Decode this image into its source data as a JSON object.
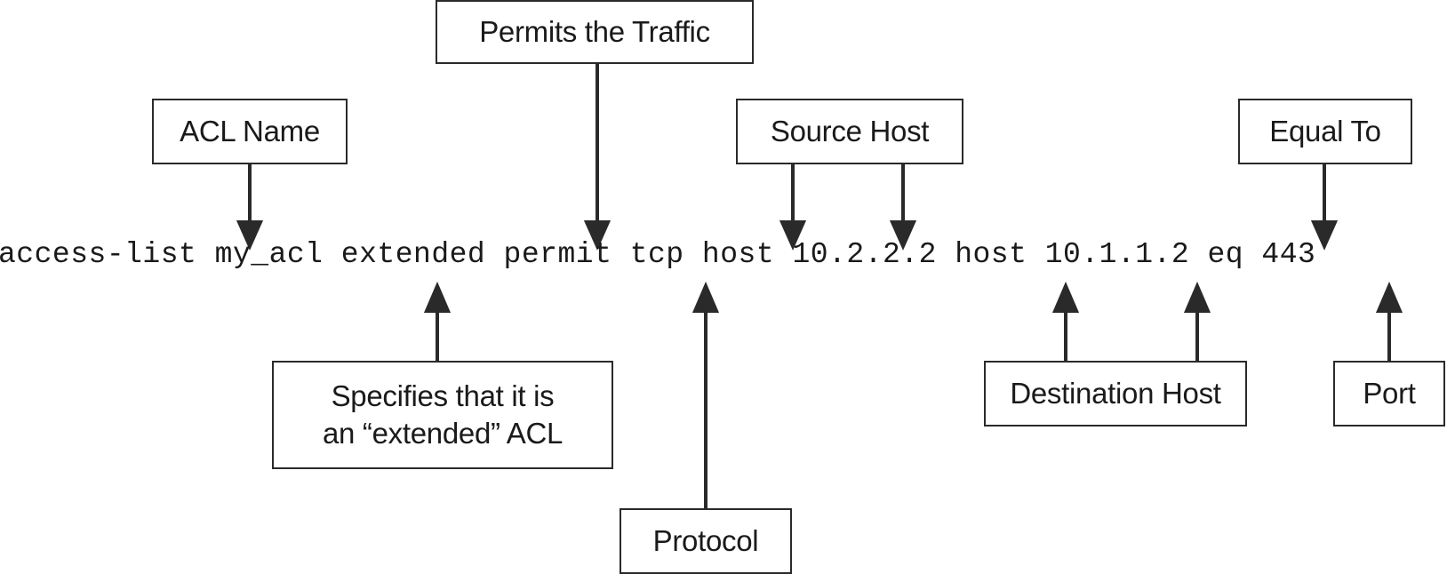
{
  "command": {
    "tokens": [
      "access-list",
      "my_acl",
      "extended",
      "permit",
      "tcp",
      "host",
      "10.2.2.2",
      "host",
      "10.1.1.2",
      "eq",
      "443"
    ]
  },
  "labels": {
    "permits_traffic": "Permits the Traffic",
    "acl_name": "ACL Name",
    "source_host": "Source Host",
    "equal_to": "Equal To",
    "extended_line1": "Specifies that it is",
    "extended_line2": "an “extended” ACL",
    "destination_host": "Destination Host",
    "port": "Port",
    "protocol": "Protocol"
  },
  "colors": {
    "ink": "#1a1a1a",
    "border": "#2a2a2a",
    "background": "#ffffff"
  }
}
